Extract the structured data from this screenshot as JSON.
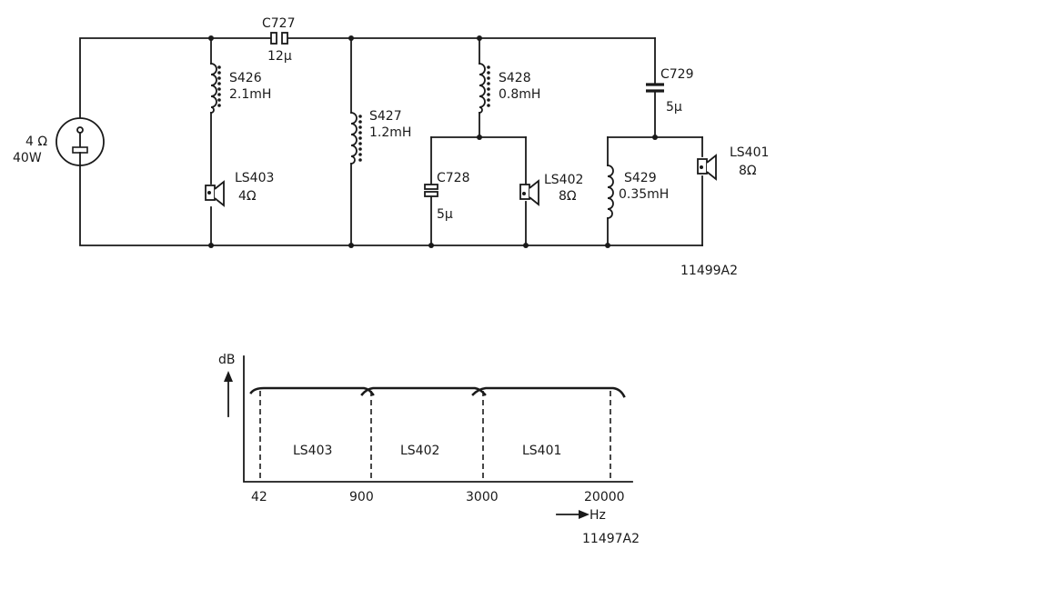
{
  "schematic": {
    "source": {
      "impedance": "4 Ω",
      "power": "40W"
    },
    "C727": {
      "name": "C727",
      "value": "12μ"
    },
    "S426": {
      "name": "S426",
      "value": "2.1mH"
    },
    "S427": {
      "name": "S427",
      "value": "1.2mH"
    },
    "LS403": {
      "name": "LS403",
      "value": "4Ω"
    },
    "S428": {
      "name": "S428",
      "value": "0.8mH"
    },
    "C728": {
      "name": "C728",
      "value": "5μ"
    },
    "LS402": {
      "name": "LS402",
      "value": "8Ω"
    },
    "C729": {
      "name": "C729",
      "value": "5μ"
    },
    "S429": {
      "name": "S429",
      "value": "0.35mH"
    },
    "LS401": {
      "name": "LS401",
      "value": "8Ω"
    },
    "drawing_number": "11499A2"
  },
  "response": {
    "y_label": "dB",
    "x_label": "Hz",
    "bands": [
      "LS403",
      "LS402",
      "LS401"
    ],
    "ticks": [
      "42",
      "900",
      "3000",
      "20000"
    ],
    "drawing_number": "11497A2"
  }
}
